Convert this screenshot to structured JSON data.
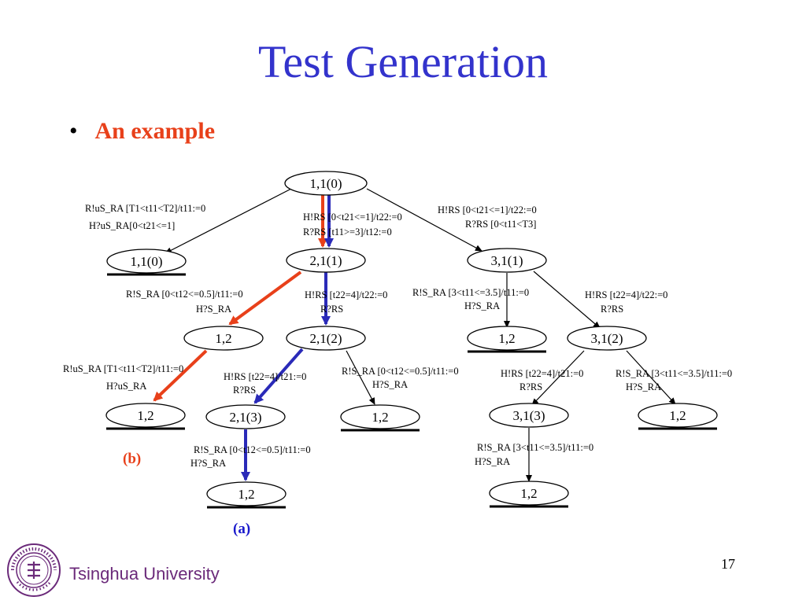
{
  "title": "Test Generation",
  "bullet": {
    "marker": "•",
    "text": "An example"
  },
  "captions": {
    "a": "(a)",
    "b": "(b)"
  },
  "page_number": "17",
  "university": {
    "name": "Tsinghua University",
    "seal_text": "TSINGHUA UNIVERSITY 1911"
  },
  "colors": {
    "title": "#3333cc",
    "bullet": "#e8401a",
    "path_a": "#2a2ab8",
    "path_b": "#e8401a",
    "university": "#6b2a7a"
  },
  "nodes": {
    "root": "1,1(0)",
    "l1a": "1,1(0)",
    "l1b": "2,1(1)",
    "l1c": "3,1(1)",
    "l2a": "1,2",
    "l2b": "2,1(2)",
    "l2c": "1,2",
    "l2d": "3,1(2)",
    "l3a": "1,2",
    "l3b": "2,1(3)",
    "l3c": "1,2",
    "l3d": "3,1(3)",
    "l3e": "1,2",
    "l4a": "1,2",
    "l4b": "1,2"
  },
  "edge_labels": {
    "e1_1": "R!uS_RA [T1<t11<T2]/t11:=0",
    "e1_2": "H?uS_RA[0<t21<=1]",
    "e2_1": "H!RS [0<t21<=1]/t22:=0",
    "e2_2": "R?RS [t11>=3]/t12:=0",
    "e3_1": "H!RS [0<t21<=1]/t22:=0",
    "e3_2": "R?RS [0<t11<T3]",
    "e4_1": "R!S_RA [0<t12<=0.5]/t11:=0",
    "e4_2": "H?S_RA",
    "e5_1": "H!RS [t22=4]/t22:=0",
    "e5_2": "R?RS",
    "e6_1": "R!S_RA [3<t11<=3.5]/t11:=0",
    "e6_2": "H?S_RA",
    "e7_1": "H!RS [t22=4]/t22:=0",
    "e7_2": "R?RS",
    "e8_1": "R!uS_RA [T1<t11<T2]/t11:=0",
    "e8_2": "H?uS_RA",
    "e9_1": "H!RS [t22=4]/t21:=0",
    "e9_2": "R?RS",
    "e10_1": "R!S_RA [0<t12<=0.5]/t11:=0",
    "e10_2": "H?S_RA",
    "e11_1": "H!RS [t22=4]/t21:=0",
    "e11_2": "R?RS",
    "e12_1": "R!S_RA [3<t11<=3.5]/t11:=0",
    "e12_2": "H?S_RA",
    "e13_1": "R!S_RA [0<t12<=0.5]/t11:=0",
    "e13_2": "H?S_RA",
    "e14_1": "R!S_RA [3<t11<=3.5]/t11:=0",
    "e14_2": "H?S_RA"
  }
}
